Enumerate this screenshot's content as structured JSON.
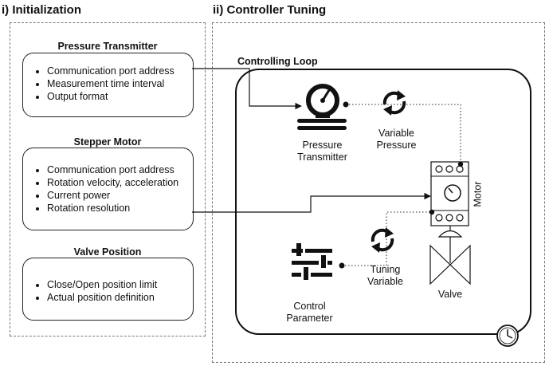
{
  "initialization": {
    "title": "i) Initialization",
    "cards": [
      {
        "title": "Pressure Transmitter",
        "items": [
          "Communication port address",
          "Measurement time interval",
          "Output format"
        ]
      },
      {
        "title": "Stepper Motor",
        "items": [
          "Communication port address",
          "Rotation velocity, acceleration",
          "Current power",
          "Rotation resolution"
        ]
      },
      {
        "title": "Valve Position",
        "items": [
          "Close/Open position limit",
          "Actual position definition"
        ]
      }
    ]
  },
  "tuning": {
    "title": "ii) Controller Tuning",
    "loop_title": "Controlling Loop",
    "pressure_transmitter": "Pressure\nTransmitter",
    "variable_pressure": "Variable\nPressure",
    "motor": "Motor",
    "tuning_variable": "Tuning\nVariable",
    "valve": "Valve",
    "control_parameter": "Control\nParameter"
  },
  "icons": [
    "pressure-gauge-icon",
    "refresh-icon",
    "stepper-motor-icon",
    "sliders-icon",
    "valve-icon",
    "clock-icon"
  ]
}
